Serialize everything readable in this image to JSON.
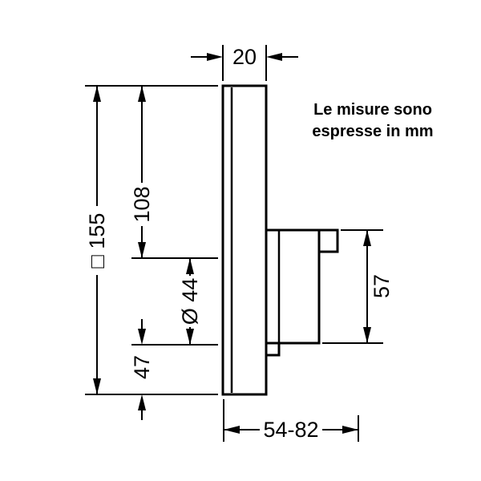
{
  "note": {
    "line1": "Le misure sono",
    "line2": "espresse in mm"
  },
  "dimensions": {
    "plate_thickness": "20",
    "plate_size": "□ 155",
    "plate_top_to_handle_axis": "108",
    "handle_diameter": "Ø 44",
    "handle_axis_to_plate_bottom": "47",
    "handle_height": "57",
    "installation_depth_range": "54-82"
  },
  "colors": {
    "line": "#000000",
    "background": "#ffffff"
  }
}
